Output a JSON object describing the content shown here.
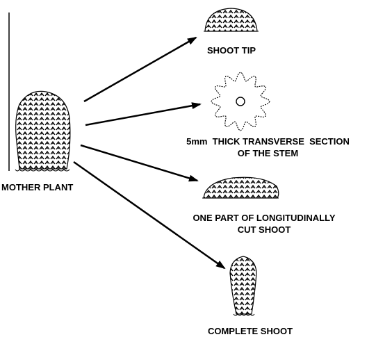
{
  "diagram": {
    "labels": {
      "mother_plant": "MOTHER PLANT",
      "shoot_tip": "SHOOT TIP",
      "section_line1": "5mm  THICK TRANSVERSE  SECTION",
      "section_line2": "OF THE STEM",
      "longitudinal_line1": "ONE PART OF LONGITUDINALLY",
      "longitudinal_line2": "CUT SHOOT",
      "complete_shoot": "COMPLETE SHOOT"
    },
    "colors": {
      "ink": "#000000",
      "background": "#ffffff"
    }
  }
}
